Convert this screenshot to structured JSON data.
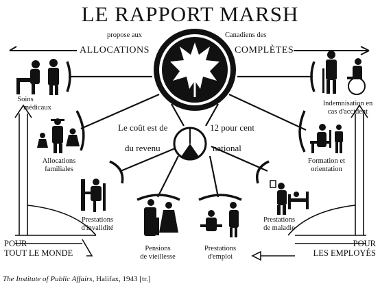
{
  "title": "LE RAPPORT MARSH",
  "subtitle": {
    "left": "propose aux",
    "right": "Canadiens des",
    "allocations": "ALLOCATIONS",
    "completes": "COMPLÈTES"
  },
  "center_text": {
    "l1": "Le coût est de",
    "l2": "12 pour cent",
    "l3": "du revenu",
    "l4": "national"
  },
  "benefits": {
    "soins": [
      "Soins",
      "médicaux"
    ],
    "allocations_familiales": [
      "Allocations",
      "familiales"
    ],
    "invalidite": [
      "Prestations",
      "d'invalidité"
    ],
    "vieillesse": [
      "Pensions",
      "de vieillesse"
    ],
    "emploi": [
      "Prestations",
      "d'emploi"
    ],
    "maladie": [
      "Prestations",
      "de maladie"
    ],
    "formation": [
      "Formation et",
      "orientation"
    ],
    "indemnisation": [
      "Indemnisation en",
      "cas d'accident"
    ]
  },
  "groups": {
    "left": [
      "POUR",
      "TOUT LE MONDE"
    ],
    "right": [
      "POUR",
      "LES EMPLOYÉS"
    ]
  },
  "caption": {
    "source": "The Institute of Public Affairs",
    "rest": ", Halifax, 1943 [tr.]"
  },
  "icons": [
    "maple-leaf-emblem",
    "doctor-patient-icon",
    "family-icon",
    "injured-worker-icon",
    "wheelchair-icon",
    "classroom-icon",
    "sick-bed-icon",
    "elderly-couple-icon",
    "worker-icon",
    "pie-12-percent-icon"
  ]
}
